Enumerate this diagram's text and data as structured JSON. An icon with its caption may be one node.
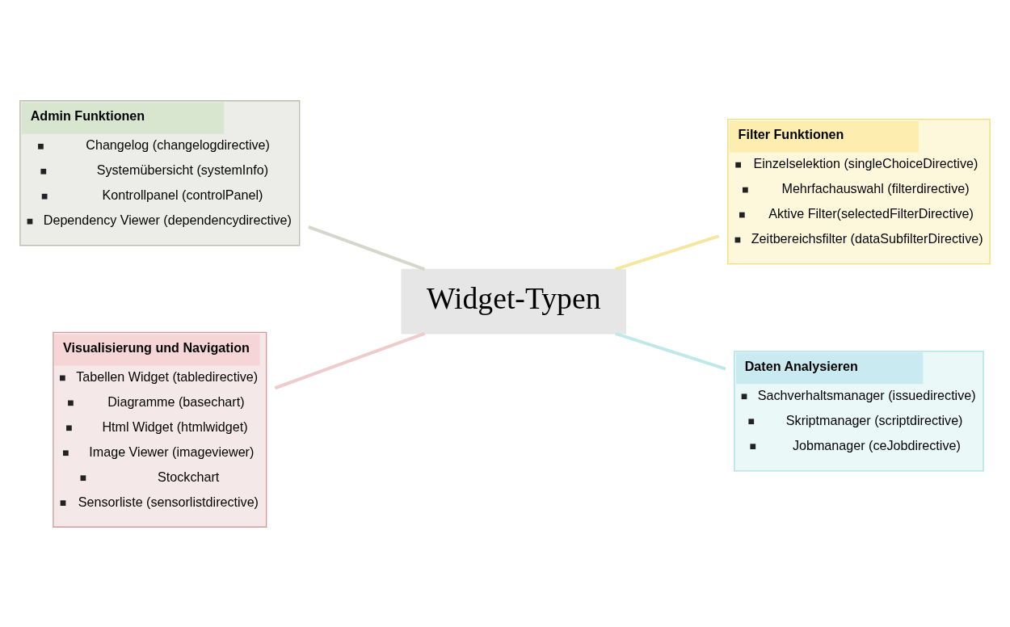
{
  "diagram": {
    "nodes": [
      {
        "text": [
          "Admin Funktionen",
          "Changelog (changelogdirective)",
          "Systemübersicht (systemInfo)",
          "Kontrollpanel (controlPanel)",
          "Dependency Viewer (dependencydirective)"
        ]
      },
      {
        "text": [
          "Filter Funktionen",
          "Einzelselektion (singleChoiceDirective)",
          "Mehrfachauswahl (filterdirective)",
          "Aktive Filter(selectedFilterDirective)",
          "Zeitbereichsfilter (dataSubfilterDirective)"
        ]
      },
      {
        "text": [
          "Widget-Typen"
        ]
      },
      {
        "text": [
          "Visualisierung und Navigation",
          "Tabellen Widget (tabledirective)",
          "Diagramme (basechart)",
          "Html Widget (htmlwidget)",
          "Image Viewer (imageviewer)",
          "Stockchart",
          "Sensorliste (sensorlistdirective)"
        ]
      },
      {
        "text": [
          "Daten Analysieren",
          "Sachverhaltsmanager (issuedirective)",
          "Skriptmanager (scriptdirective)",
          "Jobmanager (ceJobdirective)"
        ]
      }
    ],
    "edges": [
      {
        "from": 0,
        "to": 2,
        "arrow": "none",
        "color": "#d6d6cc"
      },
      {
        "from": 2,
        "to": 1,
        "arrow": "none",
        "color": "#f5e7a0"
      },
      {
        "from": 3,
        "to": 2,
        "arrow": "none",
        "color": "#efcccc"
      },
      {
        "from": 2,
        "to": 4,
        "arrow": "none",
        "color": "#bfe8e8"
      }
    ]
  }
}
